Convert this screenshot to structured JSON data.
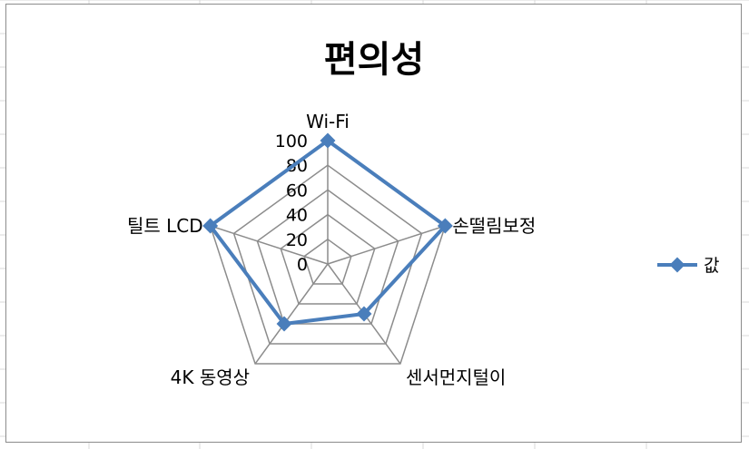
{
  "chart_data": {
    "type": "radar",
    "title": "편의성",
    "categories": [
      "Wi-Fi",
      "손떨림보정",
      "센서먼지털이",
      "4K 동영상",
      "틸트 LCD"
    ],
    "series": [
      {
        "name": "값",
        "values": [
          100,
          100,
          50,
          60,
          100
        ],
        "color": "#4a7ebb"
      }
    ],
    "rlim": [
      0,
      100
    ],
    "ticks": [
      0,
      20,
      40,
      60,
      80,
      100
    ],
    "grid": true,
    "legend": "right"
  }
}
